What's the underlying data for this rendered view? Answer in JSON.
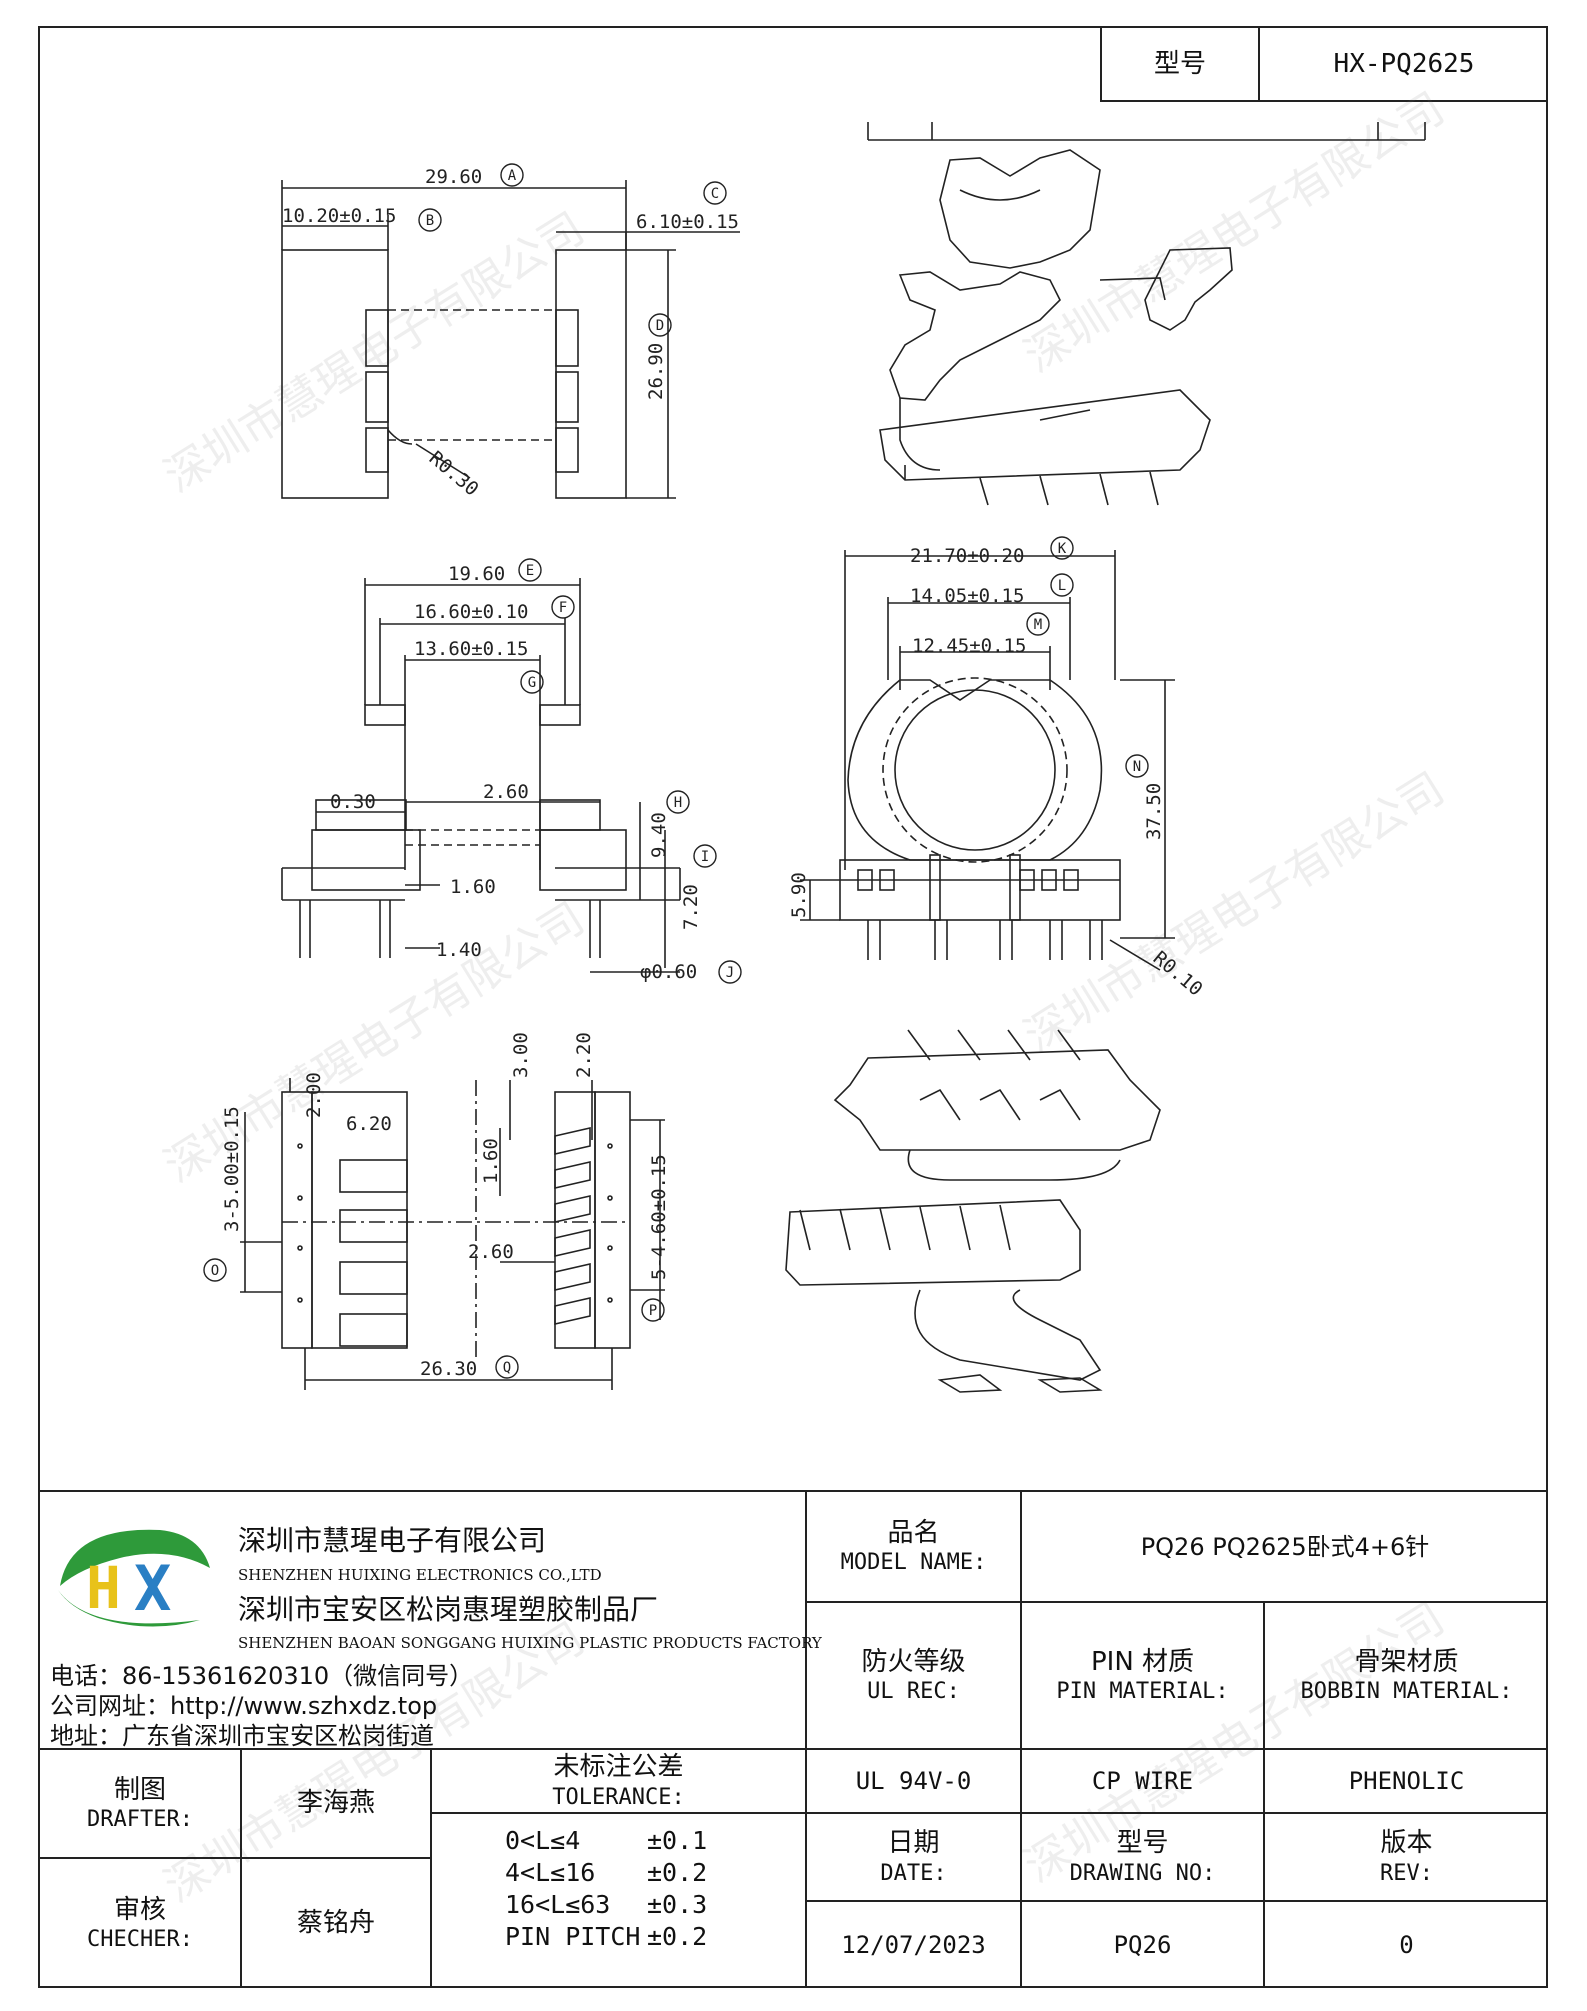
{
  "header": {
    "model_label": "型号",
    "model_value": "HX-PQ2625"
  },
  "dims": {
    "a": "29.60",
    "b": "10.20±0.15",
    "c": "6.10±0.15",
    "d": "26.90",
    "r1": "R0.30",
    "e": "19.60",
    "f": "16.60±0.10",
    "g": "13.60±0.15",
    "d030": "0.30",
    "d260": "2.60",
    "h": "9.40",
    "i": "7.20",
    "d160": "1.60",
    "d140": "1.40",
    "j": "φ0.60",
    "k": "21.70±0.20",
    "l": "14.05±0.15",
    "m": "12.45±0.15",
    "n": "37.50",
    "d590": "5.90",
    "r2": "R0.10",
    "d300": "3.00",
    "d220": "2.20",
    "d2": "2.00",
    "d620": "6.20",
    "o": "3-5.00±0.15",
    "d160b": "1.60",
    "d260b": "2.60",
    "p": "5-4.60±0.15",
    "q": "26.30"
  },
  "circle_letters": [
    "A",
    "B",
    "C",
    "D",
    "E",
    "F",
    "G",
    "H",
    "I",
    "J",
    "K",
    "L",
    "M",
    "N",
    "O",
    "P",
    "Q"
  ],
  "watermark": "深圳市慧瑆电子有限公司",
  "company": {
    "logo_text": "HX",
    "name_cn": "深圳市慧瑆电子有限公司",
    "name_en": "SHENZHEN HUIXING ELECTRONICS CO.,LTD",
    "factory_cn": "深圳市宝安区松岗惠瑆塑胶制品厂",
    "factory_en": "SHENZHEN BAOAN SONGGANG HUIXING PLASTIC PRODUCTS FACTORY",
    "phone": "电话：86-15361620310（微信同号）",
    "website": "公司网址：http://www.szhxdz.top",
    "address": "地址：广东省深圳市宝安区松岗街道"
  },
  "title_block": {
    "model_name_cn": "品名",
    "model_name_en": "MODEL NAME:",
    "model_name_value": "PQ26 PQ2625卧式4+6针",
    "ul_cn": "防火等级",
    "ul_en": "UL REC:",
    "pin_cn": "PIN 材质",
    "pin_en": "PIN MATERIAL:",
    "bobbin_cn": "骨架材质",
    "bobbin_en": "BOBBIN MATERIAL:",
    "ul_value": "UL 94V-0",
    "pin_value": "CP WIRE",
    "bobbin_value": "PHENOLIC",
    "drafter_cn": "制图",
    "drafter_en": "DRAFTER:",
    "drafter_name": "李海燕",
    "checker_cn": "审核",
    "checker_en": "CHECHER:",
    "checker_name": "蔡铭舟",
    "tol_cn": "未标注公差",
    "tol_en": "TOLERANCE:",
    "tol_rows": [
      {
        "range": "0<L≤4 ",
        "value": "±0.1"
      },
      {
        "range": "4<L≤16",
        "value": "±0.2"
      },
      {
        "range": "16<L≤63",
        "value": "±0.3"
      },
      {
        "range": "PIN PITCH",
        "value": "±0.2"
      }
    ],
    "date_cn": "日期",
    "date_en": "DATE:",
    "date_value": "12/07/2023",
    "drawing_cn": "型号",
    "drawing_en": "DRAWING NO:",
    "drawing_value": "PQ26",
    "rev_cn": "版本",
    "rev_en": "REV:",
    "rev_value": "0"
  },
  "colors": {
    "logo_green": "#2e9a3a",
    "logo_yellow": "#e8c21a",
    "logo_blue": "#2a7fc4",
    "line": "#222222"
  }
}
